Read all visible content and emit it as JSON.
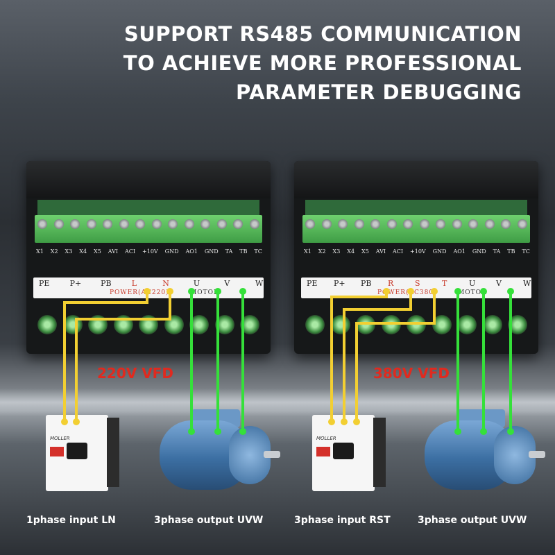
{
  "headline": {
    "line1": "SUPPORT RS485 COMMUNICATION",
    "line2": "TO ACHIEVE MORE PROFESSIONAL",
    "line3": "PARAMETER DEBUGGING"
  },
  "control_terminals": [
    "X1",
    "X2",
    "X3",
    "X4",
    "X5",
    "AVI",
    "ACI",
    "+10V",
    "GND",
    "AO1",
    "GND",
    "TA",
    "TB",
    "TC"
  ],
  "vfd_left": {
    "label": "220V VFD",
    "power_terminals": [
      "PE",
      "P+",
      "PB",
      "L",
      "N",
      "U",
      "V",
      "W"
    ],
    "power_caption": "POWER(AC220)",
    "motor_caption": "MOTOR"
  },
  "vfd_right": {
    "label": "380V VFD",
    "power_terminals": [
      "PE",
      "P+",
      "PB",
      "R",
      "S",
      "T",
      "U",
      "V",
      "W"
    ],
    "power_caption": "POWER(AC380)",
    "motor_caption": "MOTOR"
  },
  "breaker_brand": "MOLLER",
  "captions": {
    "c1": "1phase input LN",
    "c2": "3phase output UVW",
    "c3": "3phase input RST",
    "c4": "3phase output UVW"
  },
  "colors": {
    "input_wire": "#f2cf32",
    "output_wire": "#35e03a",
    "vfd_label": "#e02a1f"
  }
}
